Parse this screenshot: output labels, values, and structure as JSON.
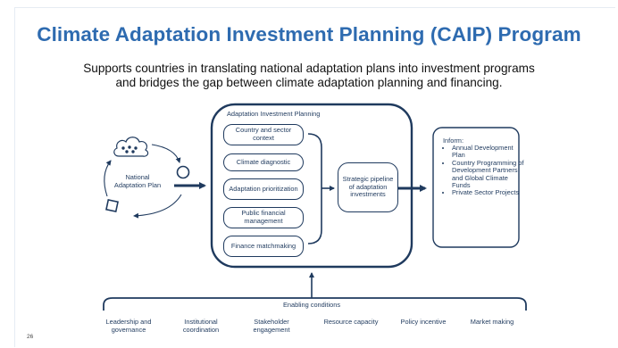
{
  "title": "Climate Adaptation Investment Planning (CAIP) Program",
  "subtitle_line1": "Supports countries in translating national adaptation plans into investment programs",
  "subtitle_line2": "and bridges the gap between climate adaptation planning and financing.",
  "national_plan": "National Adaptation Plan",
  "aip_title": "Adaptation Investment Planning",
  "aip_steps": [
    "Country and sector context",
    "Climate diagnostic",
    "Adaptation prioritization",
    "Public financial management",
    "Finance matchmaking"
  ],
  "strategic_pipeline": "Strategic pipeline of adaptation investments",
  "inform_title": "Inform:",
  "inform_items": [
    "Annual Development Plan",
    "Country Programming of Development Partners and Global Climate Funds",
    "Private Sector Projects"
  ],
  "enabling_title": "Enabling conditions",
  "enabling_items": [
    "Leadership and governance",
    "Institutional coordination",
    "Stakeholder engagement",
    "Resource capacity",
    "Policy incentive",
    "Market making"
  ],
  "page_number": "26"
}
